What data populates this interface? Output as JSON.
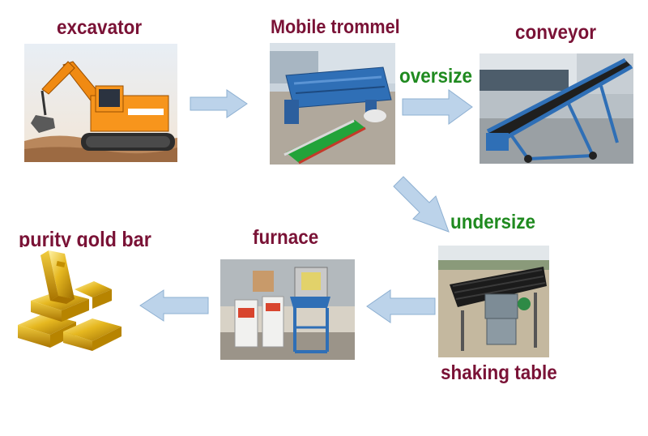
{
  "stages": {
    "excavator": "excavator",
    "trommel": "Mobile trommel",
    "conveyor": "conveyor",
    "shaking_table": "shaking table",
    "furnace": "furnace",
    "gold_bar": "purity gold bar"
  },
  "flows": {
    "oversize": "oversize",
    "undersize": "undersize"
  },
  "colors": {
    "stage_label": "#7a1236",
    "flow_label": "#1f8a1f",
    "arrow_fill": "#bcd3ea",
    "arrow_stroke": "#8eb0d2"
  }
}
